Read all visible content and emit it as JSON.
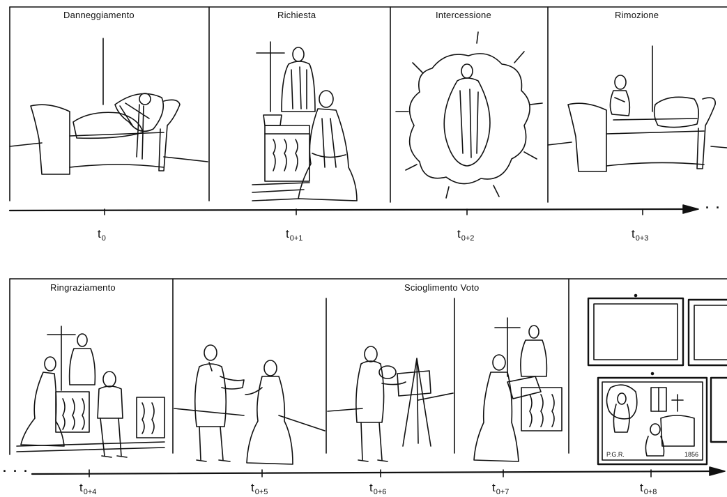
{
  "row1": {
    "panels": [
      {
        "title": "Danneggiamento",
        "underline": "D"
      },
      {
        "title": "Richiesta",
        "underline": "R"
      },
      {
        "title": "Intercessione",
        "underline": "I"
      },
      {
        "title": "Rimozione",
        "underline": "Ri"
      }
    ],
    "ticks": [
      {
        "base": "t",
        "sub": "0"
      },
      {
        "base": "t",
        "sub": "0+1"
      },
      {
        "base": "t",
        "sub": "0+2"
      },
      {
        "base": "t",
        "sub": "0+3"
      }
    ],
    "trailing_dots": "· ·"
  },
  "row2": {
    "panels": [
      {
        "title": "Ringraziamento",
        "underline": "Ri"
      },
      {
        "title": "Scioglimento Voto",
        "underline_words": [
          "S",
          "V"
        ]
      }
    ],
    "ticks": [
      {
        "base": "t",
        "sub": "0+4"
      },
      {
        "base": "t",
        "sub": "0+5"
      },
      {
        "base": "t",
        "sub": "0+6"
      },
      {
        "base": "t",
        "sub": "0+7"
      },
      {
        "base": "t",
        "sub": "0+8"
      }
    ],
    "leading_dots": "· · ·",
    "votive_inscription": "P.G.R.",
    "votive_year": "1856"
  },
  "colors": {
    "ink": "#111111",
    "paper": "#ffffff"
  }
}
